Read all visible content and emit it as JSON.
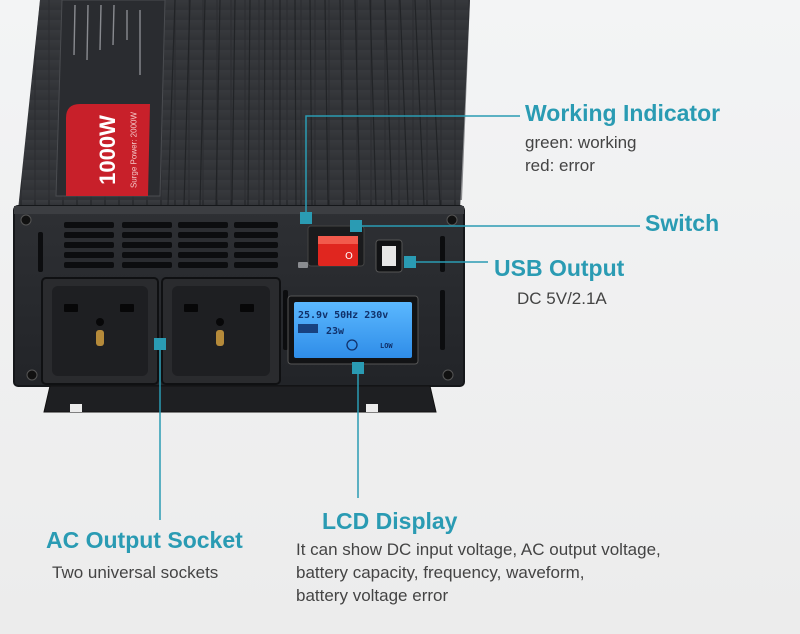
{
  "product": {
    "rating_label": "1000W",
    "rating_sub": "Surge Power: 2000W"
  },
  "lcd": {
    "line1": "25.9v 50Hz 230v",
    "line2_left": "23w",
    "line2_right": "LOW"
  },
  "callouts": {
    "working_indicator": {
      "title": "Working Indicator",
      "lines": [
        "green: working",
        "red: error"
      ]
    },
    "switch": {
      "title": "Switch"
    },
    "usb_output": {
      "title": "USB Output",
      "subtitle": "DC 5V/2.1A"
    },
    "ac_output": {
      "title": "AC Output Socket",
      "subtitle": "Two universal sockets"
    },
    "lcd_display": {
      "title": "LCD Display",
      "lines": [
        "It can show DC input voltage, AC output voltage,",
        "battery capacity, frequency, waveform,",
        "battery voltage error"
      ]
    }
  },
  "colors": {
    "accent": "#2a9bb3",
    "body": "#2b2d31",
    "label_red": "#c8202a",
    "lcd_blue": "#3f9ff0",
    "switch_red": "#e0261f"
  }
}
